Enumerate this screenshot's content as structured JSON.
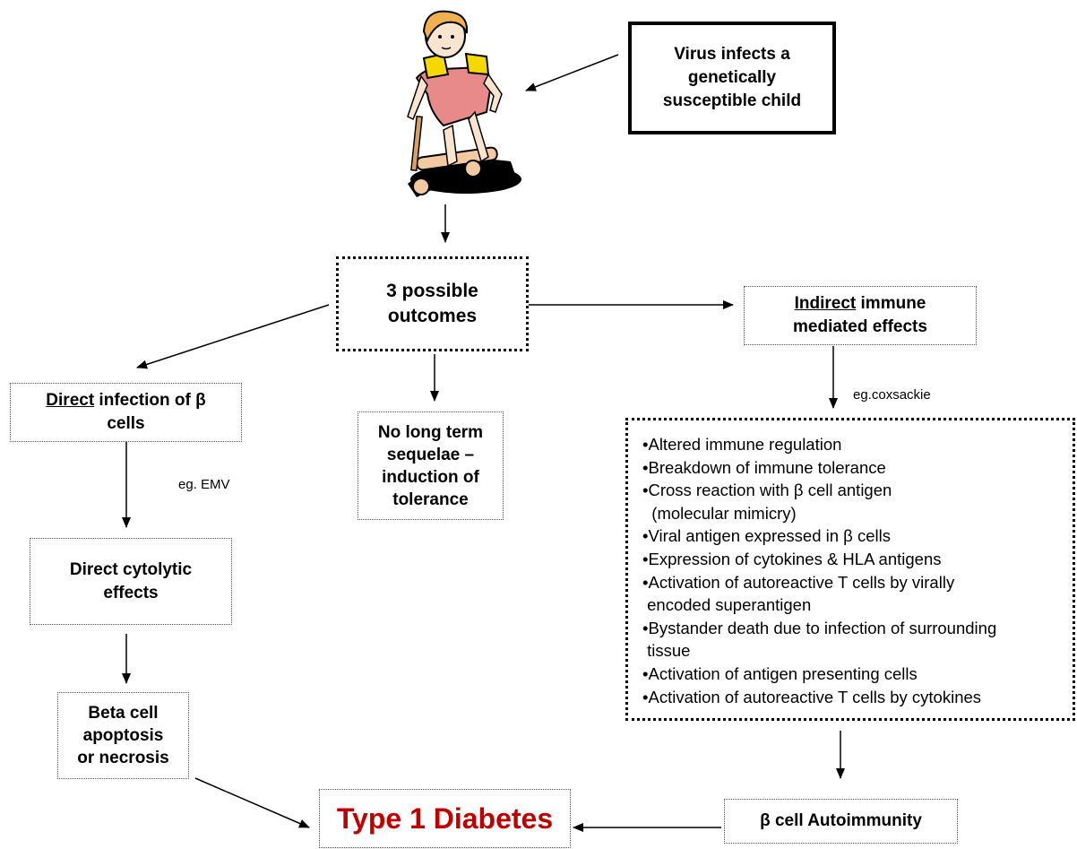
{
  "virus_box": {
    "lines": [
      "Virus infects a",
      "genetically",
      "susceptible child"
    ]
  },
  "outcomes_box": {
    "lines": [
      "3 possible",
      "outcomes"
    ]
  },
  "direct_box": {
    "underlined": "Direct",
    "rest1": " infection of β",
    "line2": "cells"
  },
  "no_sequelae_box": {
    "lines": [
      "No long term",
      "sequelae –",
      "induction of",
      "tolerance"
    ]
  },
  "indirect_box": {
    "underlined": "Indirect",
    "rest1": " immune",
    "line2": "mediated effects"
  },
  "eg_coxsackie": "eg.coxsackie",
  "eg_emv": "eg. EMV",
  "cytolytic_box": {
    "lines": [
      "Direct cytolytic",
      "effects"
    ]
  },
  "apoptosis_box": {
    "lines": [
      "Beta cell",
      "apoptosis",
      "or necrosis"
    ]
  },
  "mechanisms": [
    "•Altered immune regulation",
    "•Breakdown of immune tolerance",
    "•Cross reaction with β cell antigen",
    "  (molecular mimicry)",
    "•Viral antigen expressed in β cells",
    "•Expression of cytokines & HLA antigens",
    "•Activation of autoreactive T cells by virally",
    " encoded superantigen",
    "•Bystander death due to infection of surrounding",
    " tissue",
    "•Activation of antigen presenting cells",
    "•Activation of autoreactive T cells by cytokines"
  ],
  "autoimmunity_box": {
    "text": "β cell Autoimmunity"
  },
  "diabetes_box": {
    "text": "Type 1 Diabetes",
    "color": "#c00000"
  },
  "child_illustration": {
    "icon": "child-on-scooter-icon"
  }
}
